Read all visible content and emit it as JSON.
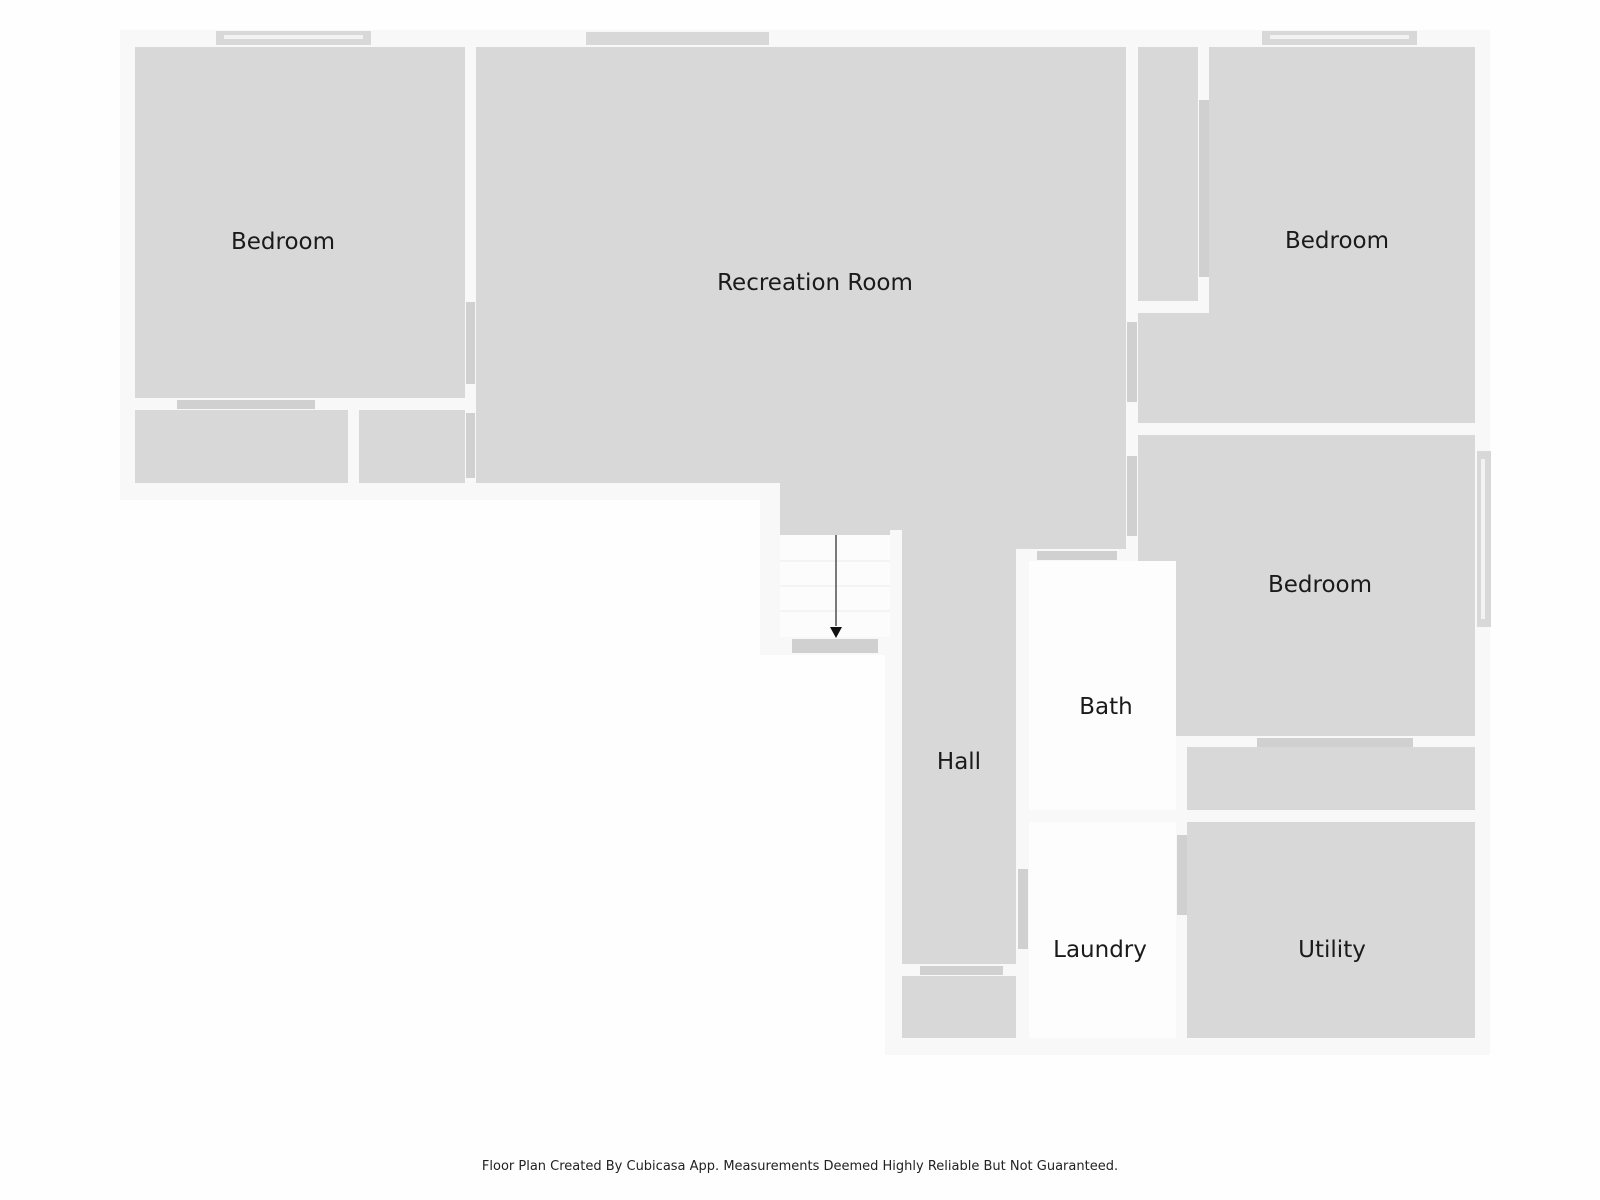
{
  "rooms": {
    "bedroom_left": "Bedroom",
    "recreation_room": "Recreation Room",
    "bedroom_top_right": "Bedroom",
    "bedroom_mid_right": "Bedroom",
    "bath": "Bath",
    "hall": "Hall",
    "laundry": "Laundry",
    "utility": "Utility"
  },
  "stairs_direction": "down",
  "footer": {
    "note": "Floor Plan Created By Cubicasa App. Measurements Deemed Highly Reliable But Not Guaranteed."
  },
  "colors": {
    "wall": "#f8f8f8",
    "room_fill": "#d9d8d9",
    "unfilled_room": "#fdfdfd",
    "opening": "#d0d0d0",
    "arrow": "#111111"
  }
}
